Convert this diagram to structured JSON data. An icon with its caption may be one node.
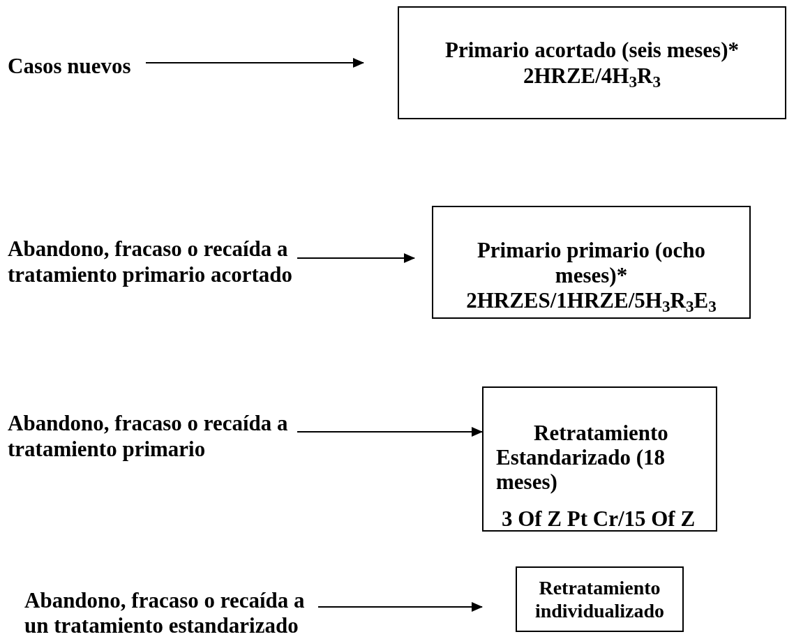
{
  "diagram": {
    "nodes": [
      {
        "text": [
          "Casos nuevos"
        ]
      },
      {
        "text": [
          "Primario acortado (seis meses)*",
          "2HRZE/4H$_{3}$R$_{3}$"
        ]
      },
      {
        "text": [
          "Abandono, fracaso o recaída a tratamiento primario acortado"
        ]
      },
      {
        "text": [
          "Primario primario (ocho meses)*",
          "2HRZES/1HRZE/5H$_{3}$R$_{3}$E$_{3}$"
        ]
      },
      {
        "text": [
          "Abandono, fracaso o recaída a tratamiento primario"
        ]
      },
      {
        "text": [
          "Retratamiento Estandarizado (18 meses)",
          "3 Of Z Pt Cr/15 Of Z"
        ]
      },
      {
        "text": [
          "Abandono, fracaso o recaída a un tratamiento estandarizado"
        ]
      },
      {
        "text": [
          "Retratamiento individualizado"
        ]
      }
    ],
    "edges": [
      {
        "from": 0,
        "to": 1,
        "arrow": "to"
      },
      {
        "from": 2,
        "to": 3,
        "arrow": "to"
      },
      {
        "from": 4,
        "to": 5,
        "arrow": "to"
      },
      {
        "from": 6,
        "to": 7,
        "arrow": "to"
      }
    ]
  }
}
